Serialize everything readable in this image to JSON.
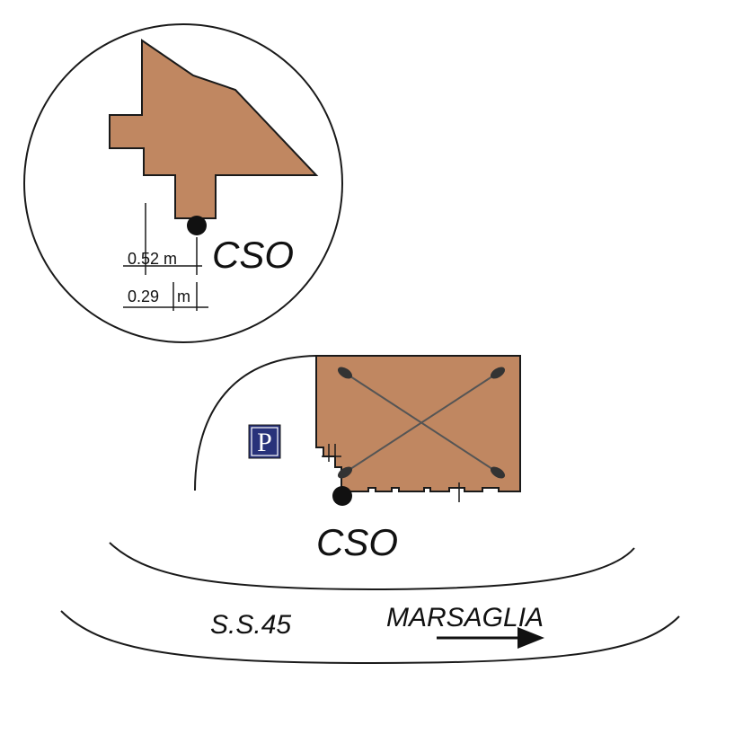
{
  "inset": {
    "dim_height": "0.52 m",
    "dim_width_value": "0.29",
    "dim_width_unit": "m",
    "point_label": "CSO"
  },
  "site": {
    "point_label": "CSO",
    "parking_label": "P"
  },
  "road": {
    "road_name": "S.S.45",
    "direction_label": "MARSAGLIA"
  },
  "colors": {
    "building_fill": "#c08761",
    "outline": "#1a1a1a",
    "parking_bg": "#28327a",
    "parking_text": "#ffffff",
    "marker": "#111111"
  },
  "icons": {
    "parking": "parking-sign-icon",
    "direction": "arrow-right-icon",
    "cso_marker": "point-marker-icon"
  }
}
